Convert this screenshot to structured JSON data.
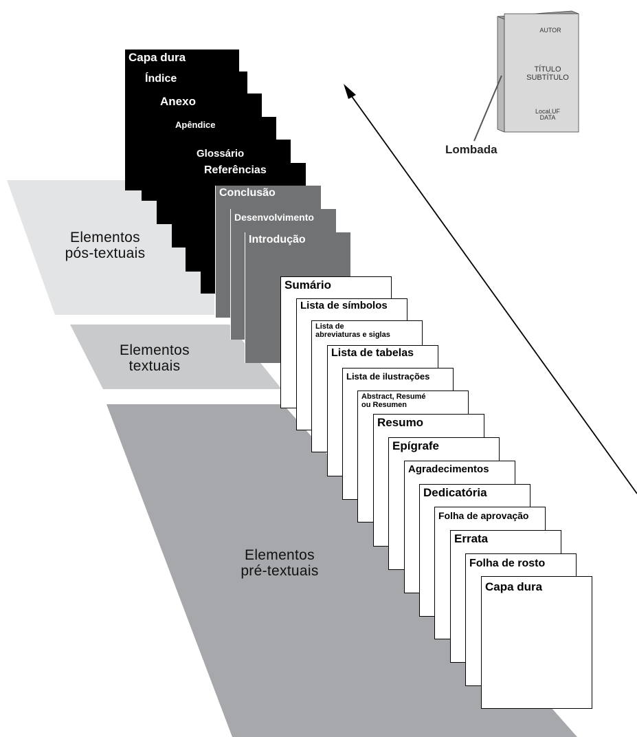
{
  "diagram": {
    "bands": [
      {
        "id": "pos",
        "lines": [
          "Elementos",
          "pós-textuais"
        ]
      },
      {
        "id": "txt",
        "lines": [
          "Elementos",
          "textuais"
        ]
      },
      {
        "id": "pre",
        "lines": [
          "Elementos",
          "pré-textuais"
        ]
      }
    ],
    "pos_textual_pages": [
      "Capa dura",
      "Índice",
      "Anexo",
      "Apêndice",
      "Glossário",
      "Referências"
    ],
    "textual_pages": [
      "Conclusão",
      "Desenvolvimento",
      "Introdução"
    ],
    "pre_textual_pages": [
      [
        "Sumário"
      ],
      [
        "Lista de símbolos"
      ],
      [
        "Lista de",
        "abreviaturas e siglas"
      ],
      [
        "Lista de tabelas"
      ],
      [
        "Lista de ilustrações"
      ],
      [
        "Abstract, Resumé",
        "ou Resumen"
      ],
      [
        "Resumo"
      ],
      [
        "Epígrafe"
      ],
      [
        "Agradecimentos"
      ],
      [
        "Dedicatória"
      ],
      [
        "Folha de aprovação"
      ],
      [
        "Errata"
      ],
      [
        "Folha de rosto"
      ],
      [
        "Capa dura"
      ]
    ],
    "book": {
      "author": "AUTOR",
      "title": "TÍTULO",
      "subtitle": "SUBTÍTULO",
      "place": "Local,UF",
      "date": "DATA",
      "spine_label": "Lombada"
    },
    "colors": {
      "pos_page": "#000000",
      "textual_page": "#707274",
      "pre_page": "#ffffff",
      "band_pos": "#e3e4e5",
      "band_txt": "#c9cacc",
      "band_pre": "#a6a8ab"
    }
  }
}
